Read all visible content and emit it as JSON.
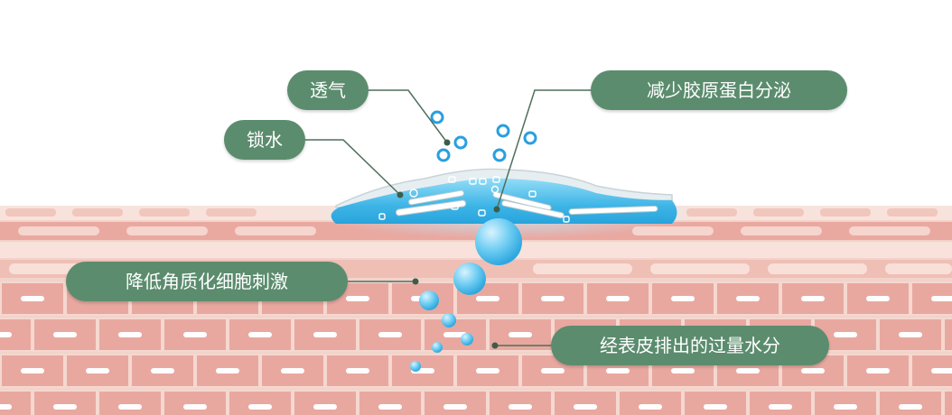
{
  "labels": {
    "breathable": "透气",
    "lock_water": "锁水",
    "reduce_collagen": "减少胶原蛋白分泌",
    "reduce_irritation": "降低角质化细胞刺激",
    "drain_water": "经表皮排出的过量水分"
  },
  "colors": {
    "label_bg": "#5b8c6e",
    "skin_cell": "#e8a8a0",
    "skin_light": "#f6d8d0",
    "gel": "#3fb6e6",
    "droplet": "#55c2ec"
  }
}
